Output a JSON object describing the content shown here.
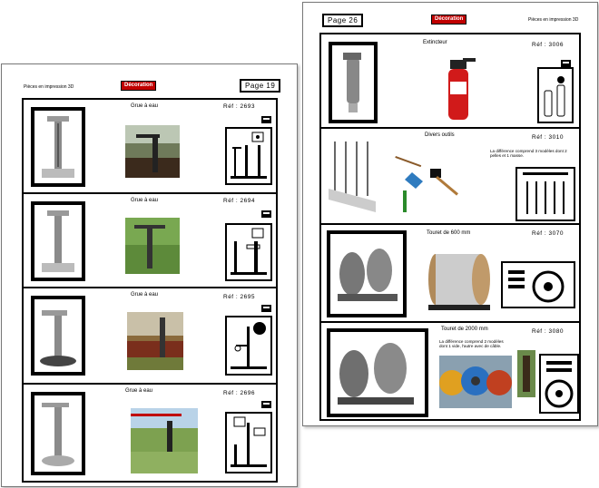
{
  "left_page": {
    "header_left": "Pièces en impression 3D",
    "header_center": "Décoration",
    "page_label": "Page  19",
    "items": [
      {
        "title": "Grue à eau",
        "ref": "Réf : 2693"
      },
      {
        "title": "Grue à eau",
        "ref": "Réf : 2694"
      },
      {
        "title": "Grue à eau",
        "ref": "Réf : 2695"
      },
      {
        "title": "Grue à eau",
        "ref": "Réf : 2696"
      }
    ]
  },
  "right_page": {
    "page_label": "Page  26",
    "header_center": "Décoration",
    "header_right": "Pièces en impression 3D",
    "items": [
      {
        "title": "Extincteur",
        "ref": "Réf : 3006",
        "note": ""
      },
      {
        "title": "Divers outils",
        "ref": "Réf : 3010",
        "note": "La différence comprend 3 modèles dont 2 pelles et 1 masse."
      },
      {
        "title": "Touret de 600 mm",
        "ref": "Réf : 3070",
        "note": ""
      },
      {
        "title": "Touret de 2000 mm",
        "ref": "Réf : 3080",
        "note": "La différence comprend 2 modèles dont 1 vide, l'autre avec de câble."
      }
    ]
  },
  "icons": [
    "printer-icon",
    "water-crane-diagram-icon",
    "cable-reel-diagram-icon",
    "tools-diagram-icon",
    "extinguisher-diagram-icon"
  ],
  "colors": {
    "decoration_badge": "#c00000",
    "frame": "#000000"
  }
}
